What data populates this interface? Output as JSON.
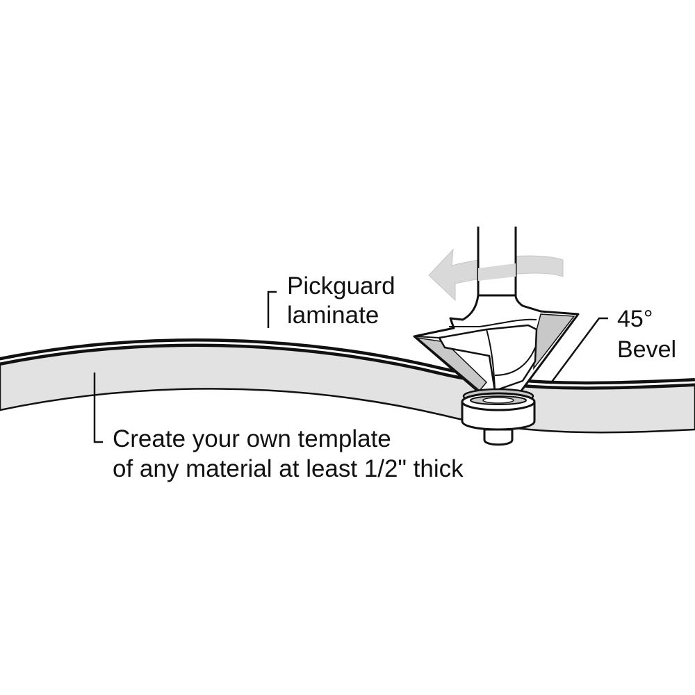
{
  "labels": {
    "pickguard": {
      "line1": "Pickguard",
      "line2": "laminate"
    },
    "bevel": {
      "line1": "45°",
      "line2": "Bevel"
    },
    "template": {
      "line1": "Create your own template",
      "line2": "of any material at least 1/2\" thick"
    }
  },
  "colors": {
    "line": "#111111",
    "template_fill": "#e2e2e2",
    "bit_fill": "#ffffff",
    "shade": "#c8c8c8",
    "arrow": "#d9d9d9",
    "background": "#ffffff"
  }
}
